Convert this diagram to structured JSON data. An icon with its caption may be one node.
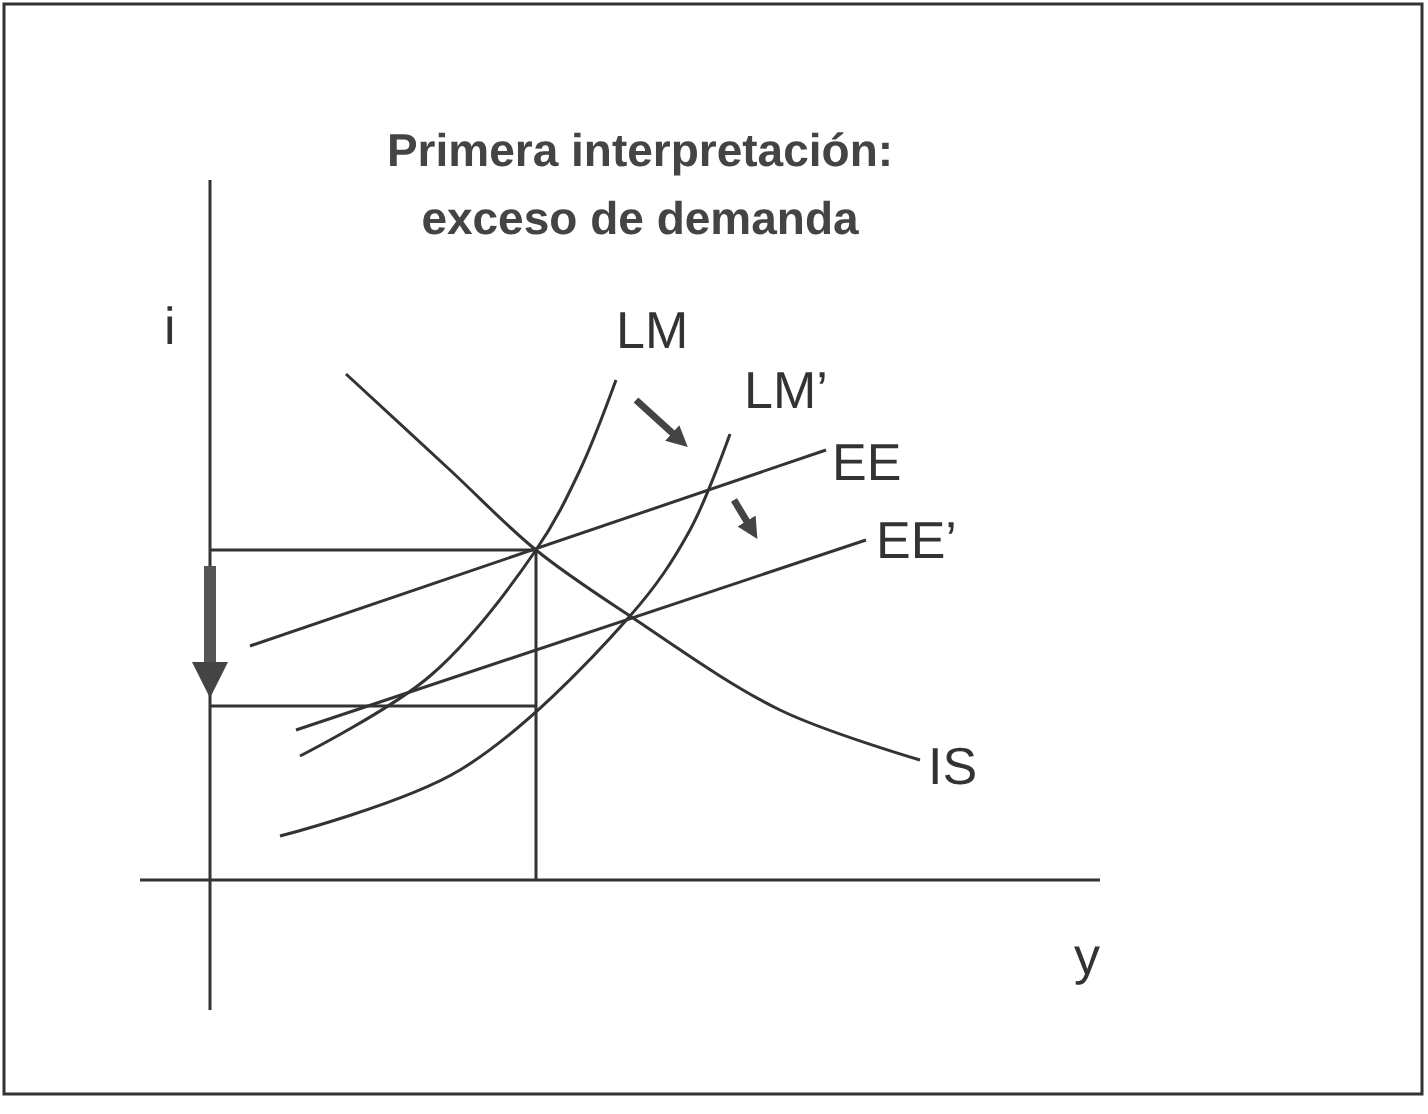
{
  "diagram": {
    "title": "Primera interpretación: exceso de demanda",
    "labels": [
      "i",
      "LM",
      "LM’",
      "EE",
      "EE’",
      "IS",
      "y"
    ]
  }
}
